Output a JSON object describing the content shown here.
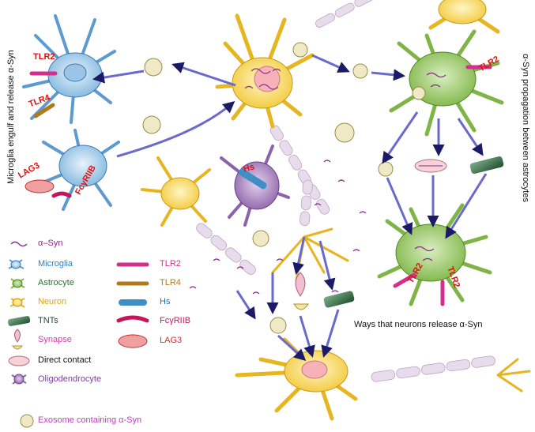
{
  "side_labels": {
    "left": "Microglia engulf and release α-Syn",
    "right": "α-Syn propagation between astrocytes"
  },
  "caption": "Ways that neurons release α-Syn",
  "receptor_labels": {
    "microglia_tlr2": "TLR2",
    "microglia_tlr4": "TLR4",
    "microglia_lag3": "LAG3",
    "microglia_fcgriib": "FcγRIIB",
    "astro_top_tlr2": "TLR2",
    "astro_bottom_tlr2_a": "TLR2",
    "astro_bottom_tlr2_b": "TLR2",
    "hs": "Hs"
  },
  "legend": {
    "left": [
      {
        "label": "α–Syn",
        "color": "#8a2a8a",
        "icon": "alpha-syn-icon"
      },
      {
        "label": "Microglia",
        "color": "#2f7fc1",
        "icon": "microglia-icon"
      },
      {
        "label": "Astrocyte",
        "color": "#2f6e2f",
        "icon": "astrocyte-icon"
      },
      {
        "label": "Neuron",
        "color": "#e0a400",
        "icon": "neuron-icon"
      },
      {
        "label": "TNTs",
        "color": "#1e4d2b",
        "icon": "tnt-icon"
      },
      {
        "label": "Synapse",
        "color": "#d43bb5",
        "icon": "synapse-icon"
      },
      {
        "label": "Direct contact",
        "color": "#111111",
        "icon": "direct-contact-icon"
      },
      {
        "label": "Oligodendrocyte",
        "color": "#7b3fa0",
        "icon": "oligodendrocyte-icon"
      },
      {
        "label": "Exosome containing α-Syn",
        "color": "#c43bc4",
        "icon": "exosome-icon"
      }
    ],
    "right": [
      {
        "label": "TLR2",
        "color": "#d22f8f",
        "icon": "tlr2-icon"
      },
      {
        "label": "TLR4",
        "color": "#b07a1a",
        "icon": "tlr4-icon"
      },
      {
        "label": "Hs",
        "color": "#1f6fa8",
        "icon": "hs-icon"
      },
      {
        "label": "FcγRIIB",
        "color": "#c2185b",
        "icon": "fcgriib-icon"
      },
      {
        "label": "LAG3",
        "color": "#d32f2f",
        "icon": "lag3-icon"
      }
    ]
  }
}
